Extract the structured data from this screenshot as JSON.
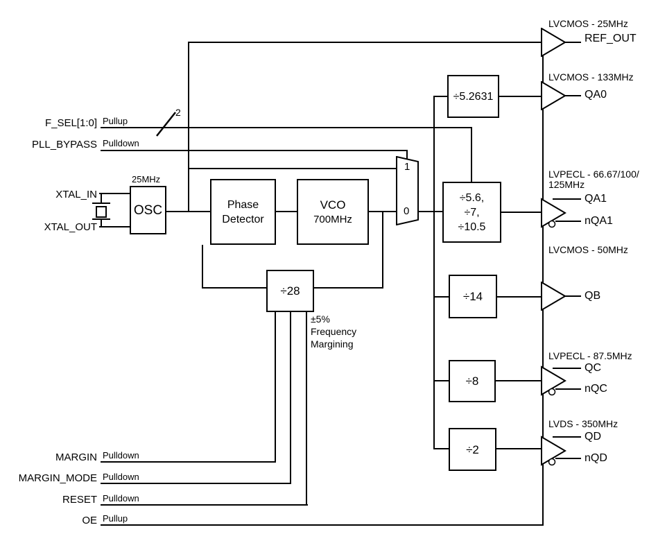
{
  "colors": {
    "line": "#000000",
    "background": "#ffffff"
  },
  "pins": {
    "f_sel": {
      "label": "F_SEL[1:0]",
      "pull": "Pullup",
      "bus_width": "2"
    },
    "pll_bypass": {
      "label": "PLL_BYPASS",
      "pull": "Pulldown"
    },
    "xtal_in": {
      "label": "XTAL_IN"
    },
    "xtal_out": {
      "label": "XTAL_OUT"
    },
    "margin": {
      "label": "MARGIN",
      "pull": "Pulldown"
    },
    "margin_mode": {
      "label": "MARGIN_MODE",
      "pull": "Pulldown"
    },
    "reset": {
      "label": "RESET",
      "pull": "Pulldown"
    },
    "oe": {
      "label": "OE",
      "pull": "Pullup"
    }
  },
  "blocks": {
    "osc": {
      "label": "OSC",
      "freq": "25MHz"
    },
    "phase_detector": {
      "line1": "Phase",
      "line2": "Detector"
    },
    "vco": {
      "line1": "VCO",
      "line2": "700MHz"
    },
    "feedback_divider": {
      "label": "÷28"
    },
    "qa0_divider": {
      "label": "÷5.2631"
    },
    "qa1_divider": {
      "line1": "÷5.6,",
      "line2": "÷7,",
      "line3": "÷10.5"
    },
    "qb_divider": {
      "label": "÷14"
    },
    "qc_divider": {
      "label": "÷8"
    },
    "qd_divider": {
      "label": "÷2"
    }
  },
  "mux": {
    "input1": "1",
    "input0": "0"
  },
  "outputs": {
    "ref_out": {
      "header": "LVCMOS - 25MHz",
      "label": "REF_OUT"
    },
    "qa0": {
      "header": "LVCMOS - 133MHz",
      "label": "QA0"
    },
    "qa1": {
      "header_line1": "LVPECL - 66.67/100/",
      "header_line2": "125MHz",
      "label": "QA1",
      "label_n": "nQA1"
    },
    "qb": {
      "header": "LVCMOS - 50MHz",
      "label": "QB"
    },
    "qc": {
      "header": "LVPECL - 87.5MHz",
      "label": "QC",
      "label_n": "nQC"
    },
    "qd": {
      "header": "LVDS - 350MHz",
      "label": "QD",
      "label_n": "nQD"
    }
  },
  "annotations": {
    "margining": {
      "line1": "±5%",
      "line2": "Frequency",
      "line3": "Margining"
    }
  }
}
